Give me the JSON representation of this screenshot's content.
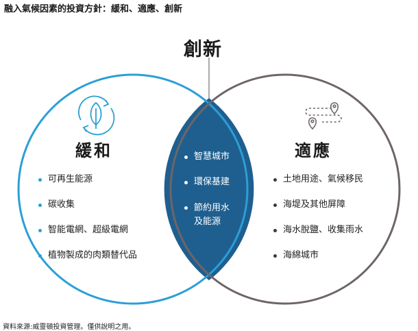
{
  "title": "融入氣候因素的投資方針：緩和、適應、創新",
  "center_heading": "創新",
  "left": {
    "heading": "緩和",
    "items": [
      "可再生能源",
      "碳收集",
      "智能電網、超級電網",
      "植物製成的肉類替代品"
    ]
  },
  "right": {
    "heading": "適應",
    "items": [
      "土地用途、氣候移民",
      "海堤及其他屏障",
      "海水脫鹽、收集雨水",
      "海綿城市"
    ]
  },
  "overlap": {
    "items": [
      "智慧城市",
      "環保基建",
      "節約用水及能源"
    ]
  },
  "source": "資料來源:威靈頓投資管理。僅供說明之用。",
  "colors": {
    "left_circle": "#2a9fd6",
    "right_circle": "#6e6566",
    "overlap_fill": "#1f5f8f",
    "left_bullet": "#2a9fd6",
    "right_bullet": "#3a3a3a"
  },
  "icons": {
    "left": "leaf-cycle-icon",
    "right": "route-map-pins-icon"
  }
}
